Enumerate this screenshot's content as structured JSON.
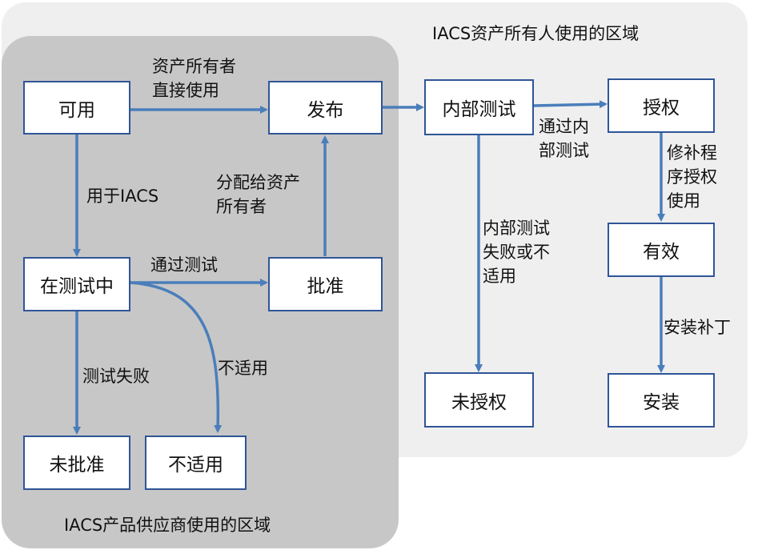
{
  "regions": {
    "owner_label": "IACS资产所有人使用的区域",
    "vendor_label": "IACS产品供应商使用的区域"
  },
  "nodes": {
    "available": "可用",
    "publish": "发布",
    "internal_test": "内部测试",
    "authorize": "授权",
    "in_test": "在测试中",
    "approved": "批准",
    "valid": "有效",
    "unauthorized": "未授权",
    "install": "安装",
    "not_approved": "未批准",
    "not_applicable": "不适用"
  },
  "edges": {
    "owner_direct_use": "资产所有者\n直接使用",
    "for_iacs": "用于IACS",
    "assign_to_owner": "分配给资产\n所有者",
    "pass_test": "通过测试",
    "not_applicable": "不适用",
    "test_failed": "测试失败",
    "pass_internal": "通过内\n部测试",
    "internal_fail": "内部测试\n失败或不\n适用",
    "patch_auth": "修补程\n序授权\n使用",
    "install_patch": "安装补丁"
  },
  "colors": {
    "arrow": "#4a7ebb",
    "node_border": "#2f5597",
    "owner_region": "#efefef",
    "vendor_region": "#c7c7c7"
  }
}
